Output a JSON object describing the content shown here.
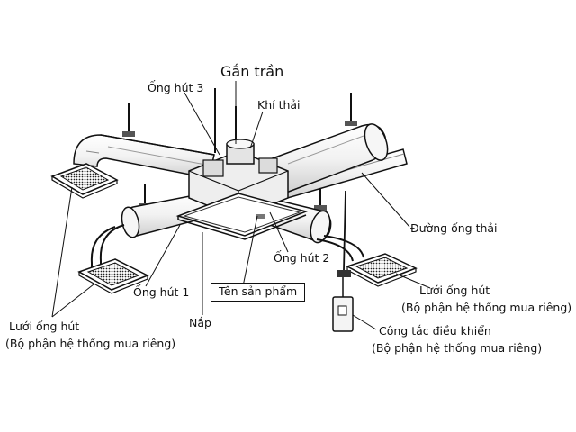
{
  "labels": {
    "ceiling_mount": "Gắn trần",
    "suction_pipe_3": "Ống hút 3",
    "exhaust_air": "Khí thải",
    "exhaust_duct": "Đường ống thải",
    "suction_pipe_2": "Ống hút 2",
    "suction_pipe_1": "Ống hút 1",
    "product_name": "Tên sản phẩm",
    "cover": "Nắp",
    "suction_grille_right": "Lưới ống hút",
    "separately_purchased_right": "(Bộ phận hệ thống mua riêng)",
    "control_switch": "Công tắc điều khiển",
    "separately_purchased_switch": "(Bộ phận hệ thống mua riêng)",
    "suction_grille_left": "Lưới ống hút",
    "separately_purchased_left": "(Bộ phận hệ thống mua riêng)"
  }
}
